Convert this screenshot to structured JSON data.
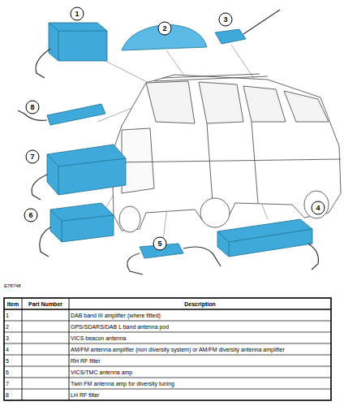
{
  "diagram": {
    "labels": [
      "1",
      "2",
      "3",
      "8",
      "7",
      "4",
      "6",
      "5",
      "E78748",
      "Item",
      "Part Number",
      "Description",
      "1",
      "DAB band III amplifier (where fitted)",
      "2",
      "GPS/SDARS/DAB L band antenna pod",
      "3",
      "VICS beacon antenna",
      "4",
      "AM/FM antenna amplifier (non diversity system) or AM/FM diversity antenna amplifier",
      "5",
      "RH RF filter",
      "6",
      "VICS/TMC antenna amp",
      "7",
      "Twin FM antenna amp for diversity tuning",
      "8",
      "LH RF filter"
    ]
  }
}
